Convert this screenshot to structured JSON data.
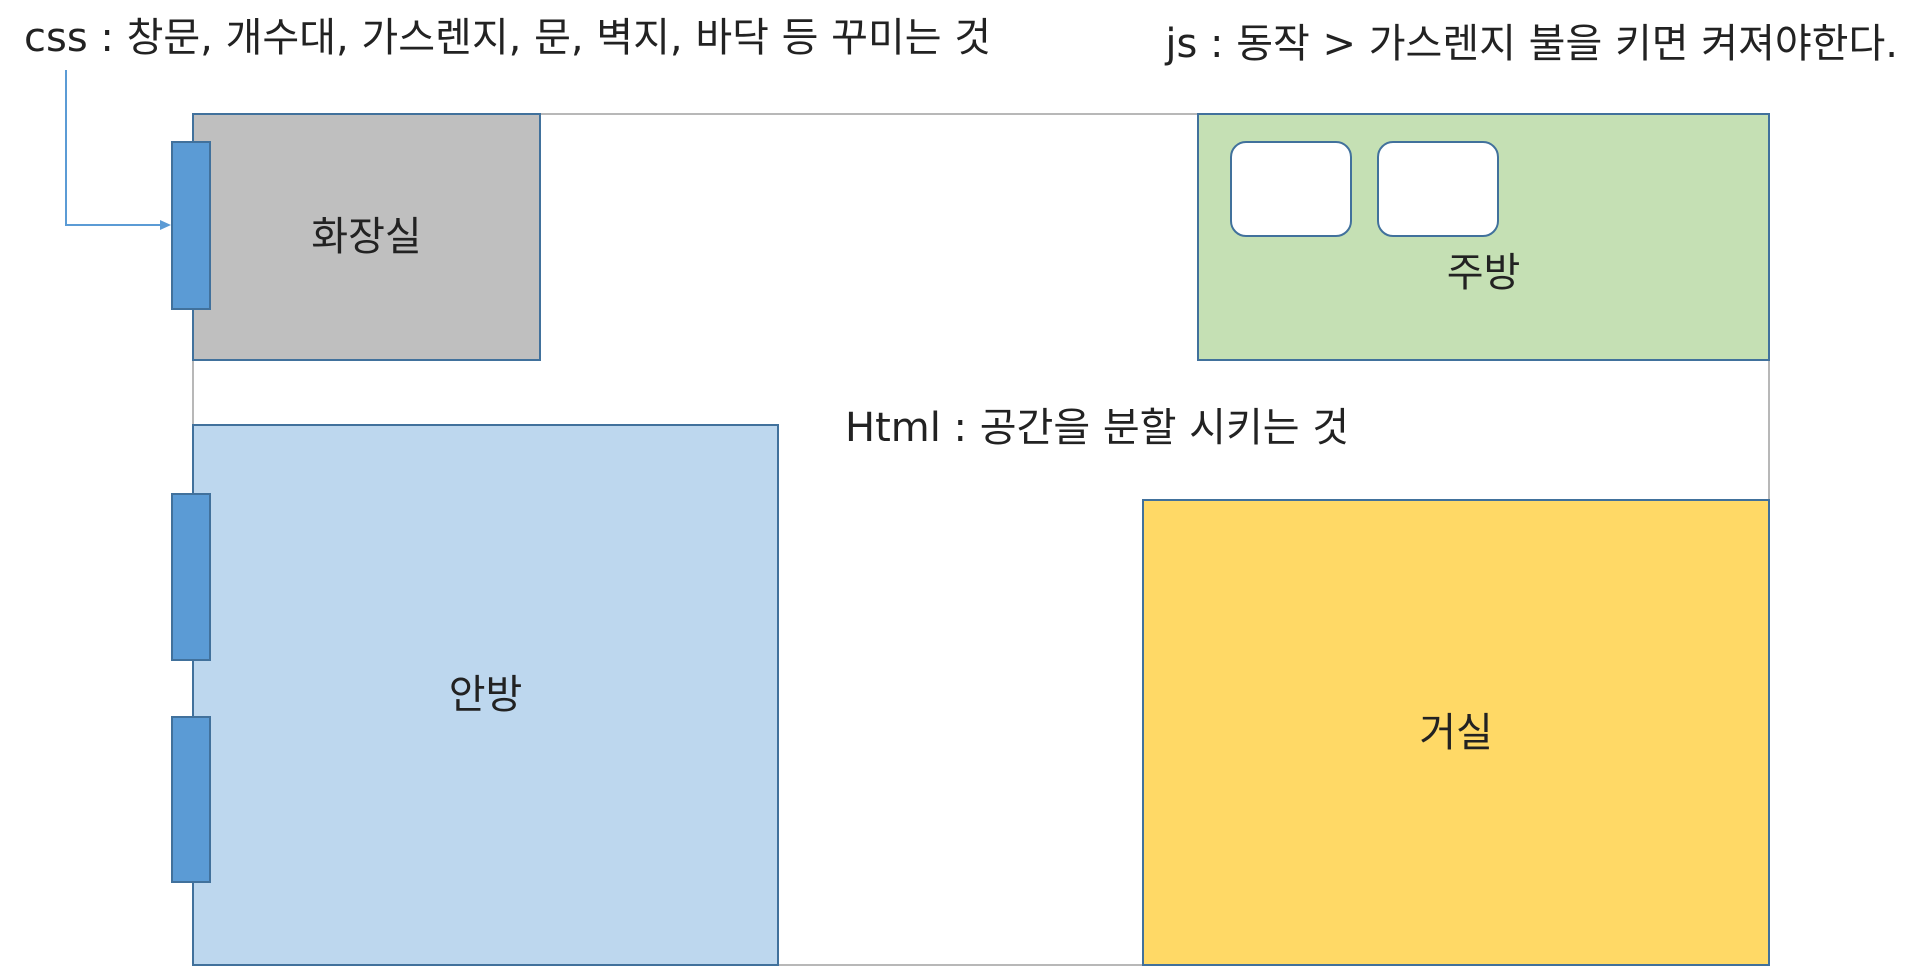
{
  "notes": {
    "css": "css : 창문, 개수대, 가스렌지, 문, 벽지, 바닥 등 꾸미는 것",
    "js": "js : 동작 > 가스렌지 불을 키면 켜져야한다.",
    "html": "Html : 공간을 분할 시키는 것"
  },
  "rooms": {
    "bathroom": "화장실",
    "kitchen": "주방",
    "main_room": "안방",
    "living_room": "거실"
  },
  "colors": {
    "bathroom": "#bfbfbf",
    "kitchen": "#c5e0b4",
    "main_room": "#bdd7ee",
    "living_room": "#ffd966",
    "window": "#5b9bd5",
    "border": "#41719c",
    "connector": "#5b9bd5"
  },
  "icons": {
    "window": "window-block",
    "burner": "burner-rounded-rect",
    "connector": "arrow-connector"
  }
}
